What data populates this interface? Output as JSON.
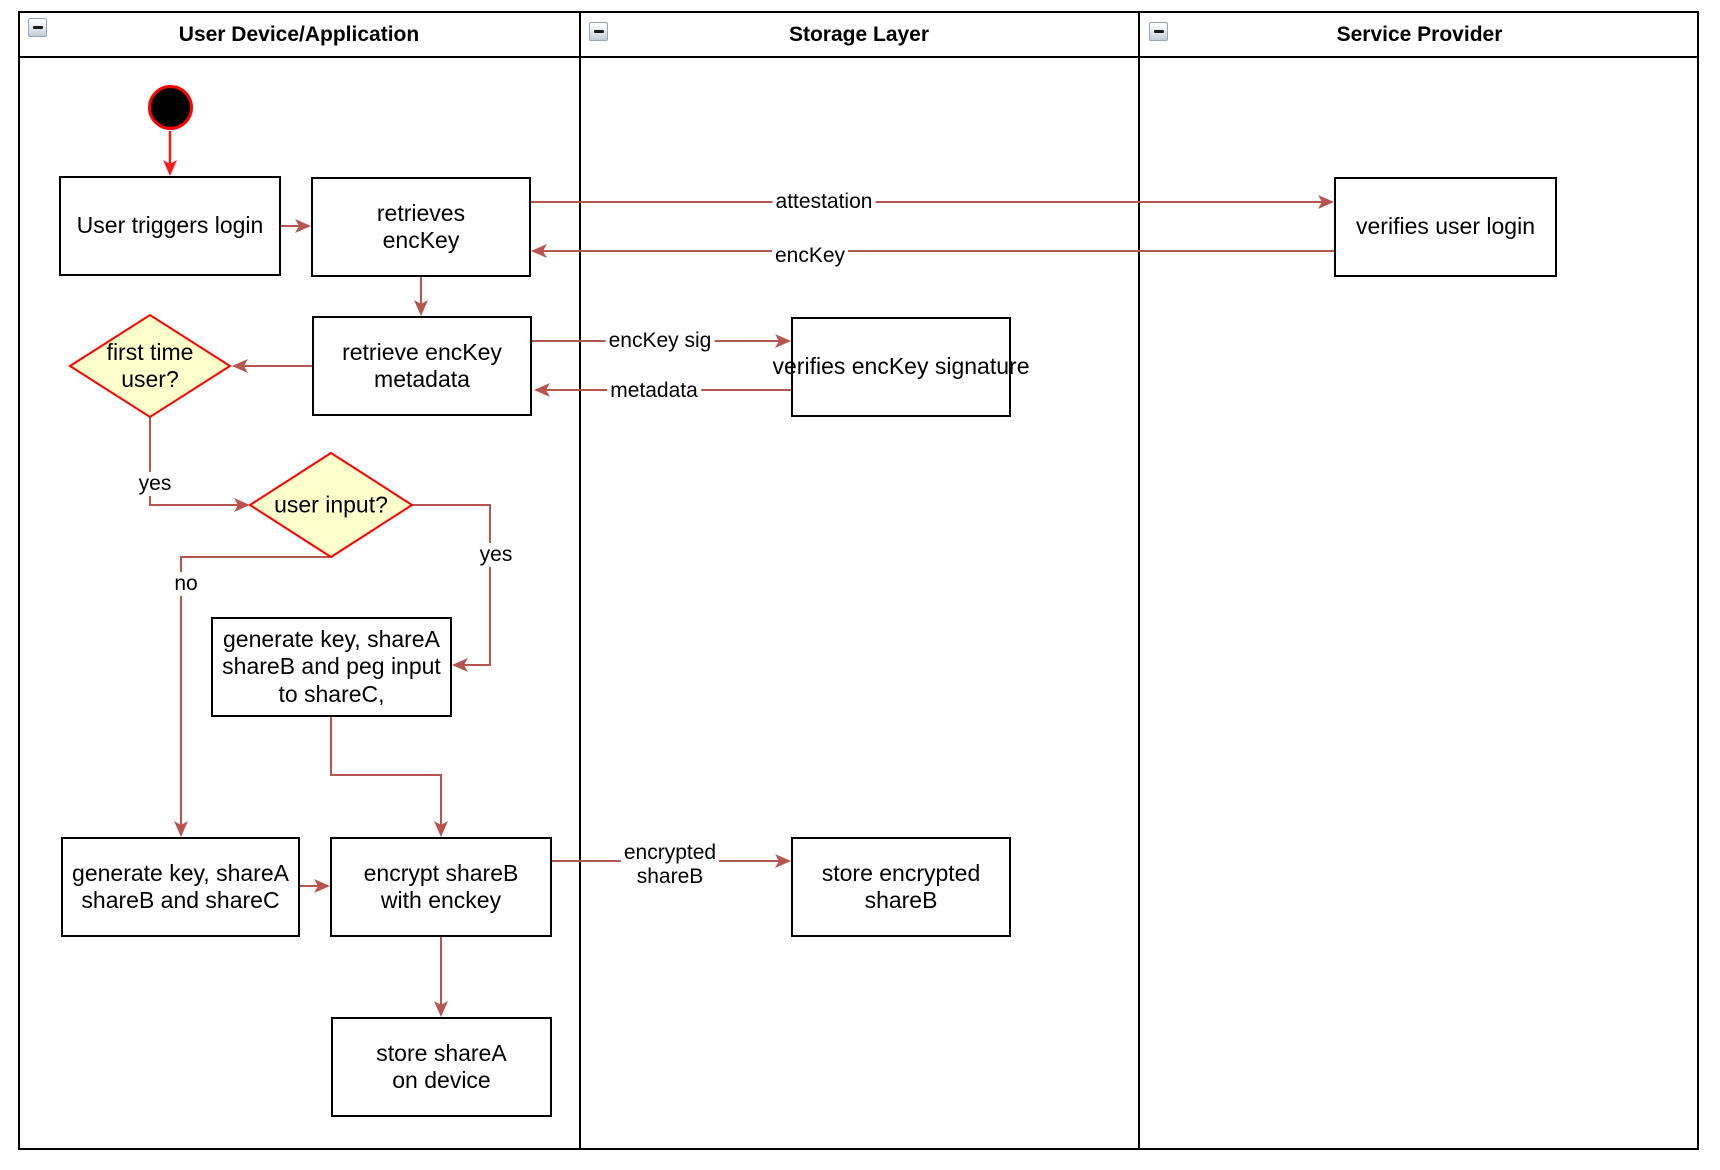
{
  "diagram": {
    "lanes": [
      {
        "title": "User Device/Application"
      },
      {
        "title": "Storage Layer"
      },
      {
        "title": "Service Provider"
      }
    ],
    "nodes": {
      "user_triggers_login": "User triggers login",
      "retrieves_enckey": "retrieves\nencKey",
      "retrieve_enckey_metadata": "retrieve encKey\nmetadata",
      "first_time_user": "first time\nuser?",
      "user_input": "user input?",
      "generate_key_peg": "generate key, shareA\nshareB and peg input\nto shareC,",
      "generate_key_sharec": "generate key, shareA\nshareB and shareC",
      "encrypt_shareb": "encrypt shareB\nwith enckey",
      "store_sharea": "store shareA\non device",
      "verifies_enckey_signature": "verifies encKey signature",
      "store_encrypted_shareb": "store encrypted\nshareB",
      "verifies_user_login": "verifies user login"
    },
    "edge_labels": {
      "attestation": "attestation",
      "enckey": "encKey",
      "enckey_sig": "encKey sig",
      "metadata": "metadata",
      "first_time_yes": "yes",
      "user_input_no": "no",
      "user_input_yes": "yes",
      "encrypted_shareb": "encrypted\nshareB"
    },
    "edges": [
      {
        "from": "start",
        "to": "user_triggers_login",
        "label": ""
      },
      {
        "from": "user_triggers_login",
        "to": "retrieves_enckey",
        "label": ""
      },
      {
        "from": "retrieves_enckey",
        "to": "verifies_user_login",
        "label": "attestation"
      },
      {
        "from": "verifies_user_login",
        "to": "retrieves_enckey",
        "label": "encKey"
      },
      {
        "from": "retrieves_enckey",
        "to": "retrieve_enckey_metadata",
        "label": ""
      },
      {
        "from": "retrieve_enckey_metadata",
        "to": "first_time_user",
        "label": ""
      },
      {
        "from": "retrieve_enckey_metadata",
        "to": "verifies_enckey_signature",
        "label": "encKey sig"
      },
      {
        "from": "verifies_enckey_signature",
        "to": "retrieve_enckey_metadata",
        "label": "metadata"
      },
      {
        "from": "first_time_user",
        "to": "user_input",
        "label": "yes"
      },
      {
        "from": "user_input",
        "to": "generate_key_sharec",
        "label": "no"
      },
      {
        "from": "user_input",
        "to": "generate_key_peg",
        "label": "yes"
      },
      {
        "from": "generate_key_peg",
        "to": "encrypt_shareb",
        "label": ""
      },
      {
        "from": "generate_key_sharec",
        "to": "encrypt_shareb",
        "label": ""
      },
      {
        "from": "encrypt_shareb",
        "to": "store_encrypted_shareb",
        "label": "encrypted shareB"
      },
      {
        "from": "encrypt_shareb",
        "to": "store_sharea",
        "label": ""
      }
    ],
    "icons": {
      "collapse_lane": "minus-square"
    },
    "colors": {
      "flow_line": "#B85450",
      "start_accent": "#FF1A1A",
      "decision_fill": "#FFFFCC",
      "decision_stroke": "#FF0000",
      "node_stroke": "#000000",
      "node_fill": "#FFFFFF"
    }
  }
}
